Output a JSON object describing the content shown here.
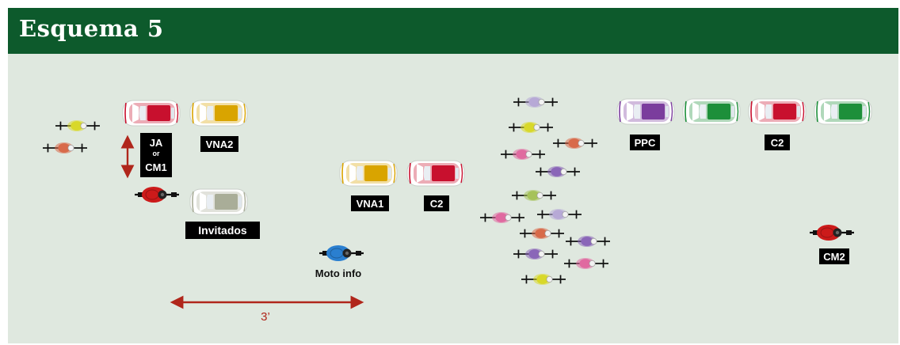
{
  "title": "Esquema 5",
  "labels": {
    "ja": "JA",
    "or": "or",
    "cm1": "CM1",
    "vna2": "VNA2",
    "invitados": "Invitados",
    "vna1": "VNA1",
    "c2_center": "C2",
    "ppc": "PPC",
    "c2_right": "C2",
    "cm2": "CM2",
    "moto_info": "Moto info",
    "distance": "3’"
  },
  "colors": {
    "header": "#0d5a2c",
    "background": "#dfe8df",
    "label_box": "#000000",
    "arrow": "#b0261b",
    "car_red": "#c8102e",
    "car_yellow": "#d9a400",
    "car_grey": "#a9ad98",
    "car_purple": "#7b3d9d",
    "car_green": "#1d8f3a",
    "moto_red": "#cc1a1a",
    "moto_blue": "#2a7fd0"
  },
  "icons": [
    "car-icon",
    "motorcycle-icon",
    "bicycle-icon",
    "double-arrow-icon"
  ]
}
